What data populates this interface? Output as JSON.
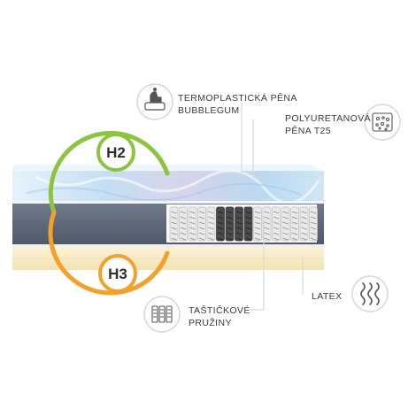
{
  "colors": {
    "firmness_green": "#8cc43f",
    "firmness_orange": "#f3a12a",
    "cover_blue": "#cfe6f5",
    "foam_gray": "#5d6878",
    "latex_cream": "#f8ecc8",
    "leader_line": "#d6d6d6",
    "icon_stroke": "#555555"
  },
  "firmness": {
    "top": {
      "label": "H2"
    },
    "bottom": {
      "label": "H3"
    }
  },
  "layers": [
    {
      "id": "bubblegum",
      "line1": "TERMOPLASTICKÁ PĚNA",
      "line2": "BUBBLEGUM",
      "icon": "foam-chair-icon"
    },
    {
      "id": "polyurethane",
      "line1": "POLYURETANOVÁ",
      "line2": "PĚNA T25",
      "icon": "foam-cells-icon"
    },
    {
      "id": "springs",
      "line1": "TAŠTIČKOVÉ",
      "line2": "PRUŽINY",
      "icon": "pocket-springs-icon"
    },
    {
      "id": "latex",
      "line1": "LATEX",
      "line2": "",
      "icon": "latex-waves-icon"
    }
  ]
}
